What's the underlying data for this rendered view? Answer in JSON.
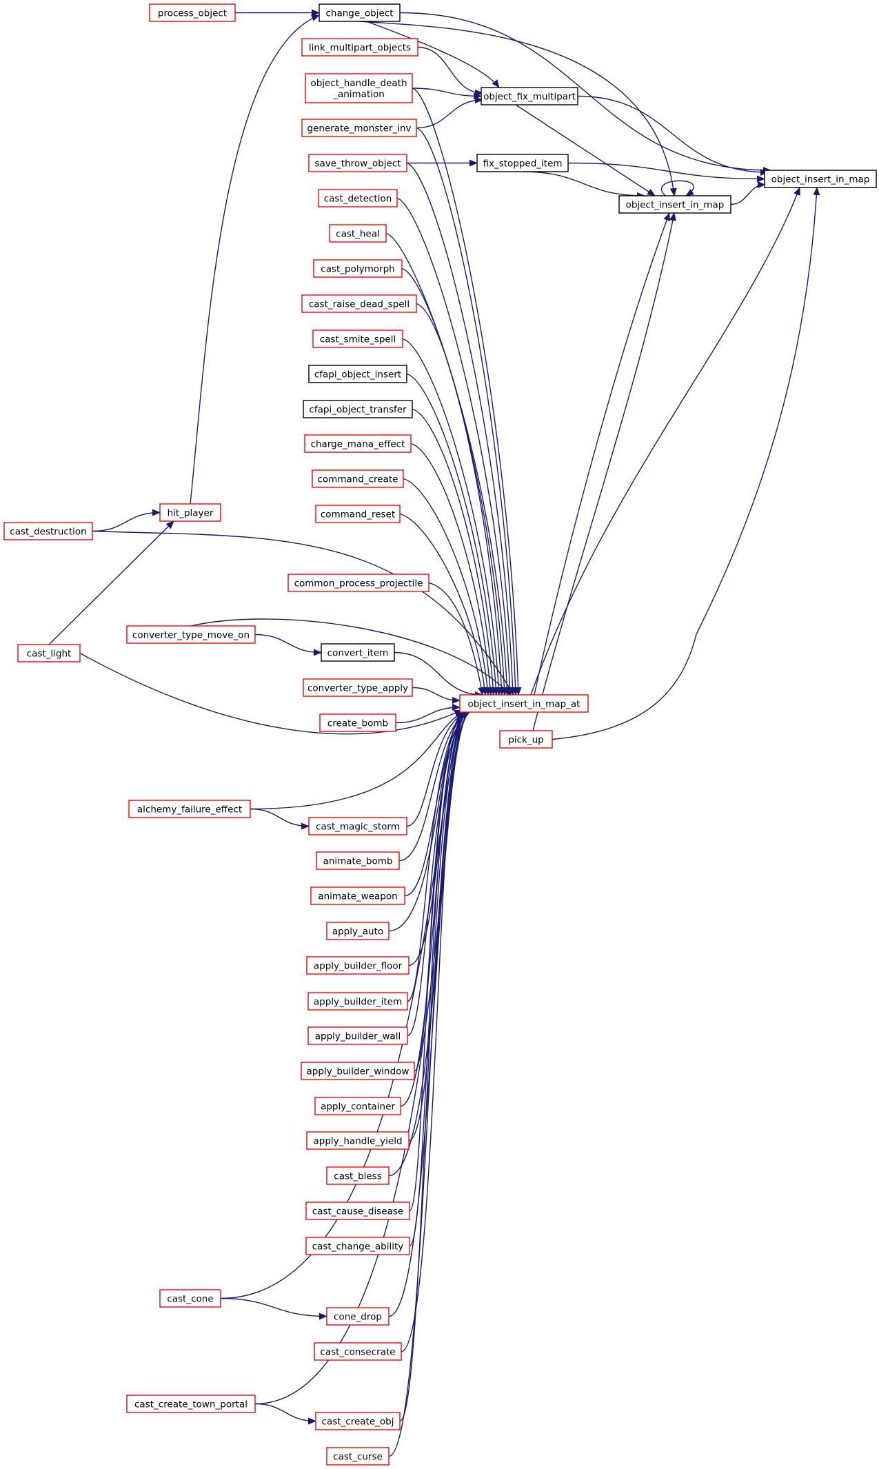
{
  "colors": {
    "edge": "#191970",
    "link_border": "#ff0000",
    "plain_border": "#000000",
    "focus_fill": "#bfbfbf",
    "text": "#000000"
  },
  "nodes": [
    {
      "id": "n_oiim_focus",
      "lines": [
        "object_insert_in_map"
      ],
      "kind": "focus"
    },
    {
      "id": "n_process_object",
      "lines": [
        "process_object"
      ],
      "kind": "link"
    },
    {
      "id": "n_change_object",
      "lines": [
        "change_object"
      ],
      "kind": "plain"
    },
    {
      "id": "n_link_multipart_objects",
      "lines": [
        "link_multipart_objects"
      ],
      "kind": "link"
    },
    {
      "id": "n_object_handle_death_animation",
      "lines": [
        "object_handle_death",
        "_animation"
      ],
      "kind": "link"
    },
    {
      "id": "n_object_fix_multipart",
      "lines": [
        "object_fix_multipart"
      ],
      "kind": "plain"
    },
    {
      "id": "n_generate_monster_inv",
      "lines": [
        "generate_monster_inv"
      ],
      "kind": "link"
    },
    {
      "id": "n_save_throw_object",
      "lines": [
        "save_throw_object"
      ],
      "kind": "link"
    },
    {
      "id": "n_fix_stopped_item",
      "lines": [
        "fix_stopped_item"
      ],
      "kind": "plain"
    },
    {
      "id": "n_object_insert_in_map",
      "lines": [
        "object_insert_in_map"
      ],
      "kind": "plain"
    },
    {
      "id": "n_cast_detection",
      "lines": [
        "cast_detection"
      ],
      "kind": "link"
    },
    {
      "id": "n_cast_heal",
      "lines": [
        "cast_heal"
      ],
      "kind": "link"
    },
    {
      "id": "n_cast_polymorph",
      "lines": [
        "cast_polymorph"
      ],
      "kind": "link"
    },
    {
      "id": "n_cast_raise_dead_spell",
      "lines": [
        "cast_raise_dead_spell"
      ],
      "kind": "link"
    },
    {
      "id": "n_cast_smite_spell",
      "lines": [
        "cast_smite_spell"
      ],
      "kind": "link"
    },
    {
      "id": "n_cfapi_object_insert",
      "lines": [
        "cfapi_object_insert"
      ],
      "kind": "plain"
    },
    {
      "id": "n_cfapi_object_transfer",
      "lines": [
        "cfapi_object_transfer"
      ],
      "kind": "plain"
    },
    {
      "id": "n_charge_mana_effect",
      "lines": [
        "charge_mana_effect"
      ],
      "kind": "link"
    },
    {
      "id": "n_command_create",
      "lines": [
        "command_create"
      ],
      "kind": "link"
    },
    {
      "id": "n_command_reset",
      "lines": [
        "command_reset"
      ],
      "kind": "link"
    },
    {
      "id": "n_hit_player",
      "lines": [
        "hit_player"
      ],
      "kind": "link"
    },
    {
      "id": "n_cast_destruction",
      "lines": [
        "cast_destruction"
      ],
      "kind": "link"
    },
    {
      "id": "n_common_process_projectile",
      "lines": [
        "common_process_projectile"
      ],
      "kind": "link"
    },
    {
      "id": "n_converter_type_move_on",
      "lines": [
        "converter_type_move_on"
      ],
      "kind": "link"
    },
    {
      "id": "n_convert_item",
      "lines": [
        "convert_item"
      ],
      "kind": "plain"
    },
    {
      "id": "n_cast_light",
      "lines": [
        "cast_light"
      ],
      "kind": "link"
    },
    {
      "id": "n_converter_type_apply",
      "lines": [
        "converter_type_apply"
      ],
      "kind": "link"
    },
    {
      "id": "n_object_insert_in_map_at",
      "lines": [
        "object_insert_in_map_at"
      ],
      "kind": "link"
    },
    {
      "id": "n_create_bomb",
      "lines": [
        "create_bomb"
      ],
      "kind": "link"
    },
    {
      "id": "n_pick_up",
      "lines": [
        "pick_up"
      ],
      "kind": "link"
    },
    {
      "id": "n_alchemy_failure_effect",
      "lines": [
        "alchemy_failure_effect"
      ],
      "kind": "link"
    },
    {
      "id": "n_cast_magic_storm",
      "lines": [
        "cast_magic_storm"
      ],
      "kind": "link"
    },
    {
      "id": "n_animate_bomb",
      "lines": [
        "animate_bomb"
      ],
      "kind": "link"
    },
    {
      "id": "n_animate_weapon",
      "lines": [
        "animate_weapon"
      ],
      "kind": "link"
    },
    {
      "id": "n_apply_auto",
      "lines": [
        "apply_auto"
      ],
      "kind": "link"
    },
    {
      "id": "n_apply_builder_floor",
      "lines": [
        "apply_builder_floor"
      ],
      "kind": "link"
    },
    {
      "id": "n_apply_builder_item",
      "lines": [
        "apply_builder_item"
      ],
      "kind": "link"
    },
    {
      "id": "n_apply_builder_wall",
      "lines": [
        "apply_builder_wall"
      ],
      "kind": "link"
    },
    {
      "id": "n_apply_builder_window",
      "lines": [
        "apply_builder_window"
      ],
      "kind": "link"
    },
    {
      "id": "n_apply_container",
      "lines": [
        "apply_container"
      ],
      "kind": "link"
    },
    {
      "id": "n_apply_handle_yield",
      "lines": [
        "apply_handle_yield"
      ],
      "kind": "link"
    },
    {
      "id": "n_cast_bless",
      "lines": [
        "cast_bless"
      ],
      "kind": "link"
    },
    {
      "id": "n_cast_cause_disease",
      "lines": [
        "cast_cause_disease"
      ],
      "kind": "link"
    },
    {
      "id": "n_cast_change_ability",
      "lines": [
        "cast_change_ability"
      ],
      "kind": "link"
    },
    {
      "id": "n_cast_cone",
      "lines": [
        "cast_cone"
      ],
      "kind": "link"
    },
    {
      "id": "n_cone_drop",
      "lines": [
        "cone_drop"
      ],
      "kind": "link"
    },
    {
      "id": "n_cast_consecrate",
      "lines": [
        "cast_consecrate"
      ],
      "kind": "link"
    },
    {
      "id": "n_cast_create_town_portal",
      "lines": [
        "cast_create_town_portal"
      ],
      "kind": "link"
    },
    {
      "id": "n_cast_create_obj",
      "lines": [
        "cast_create_obj"
      ],
      "kind": "link"
    },
    {
      "id": "n_cast_curse",
      "lines": [
        "cast_curse"
      ],
      "kind": "link"
    }
  ]
}
